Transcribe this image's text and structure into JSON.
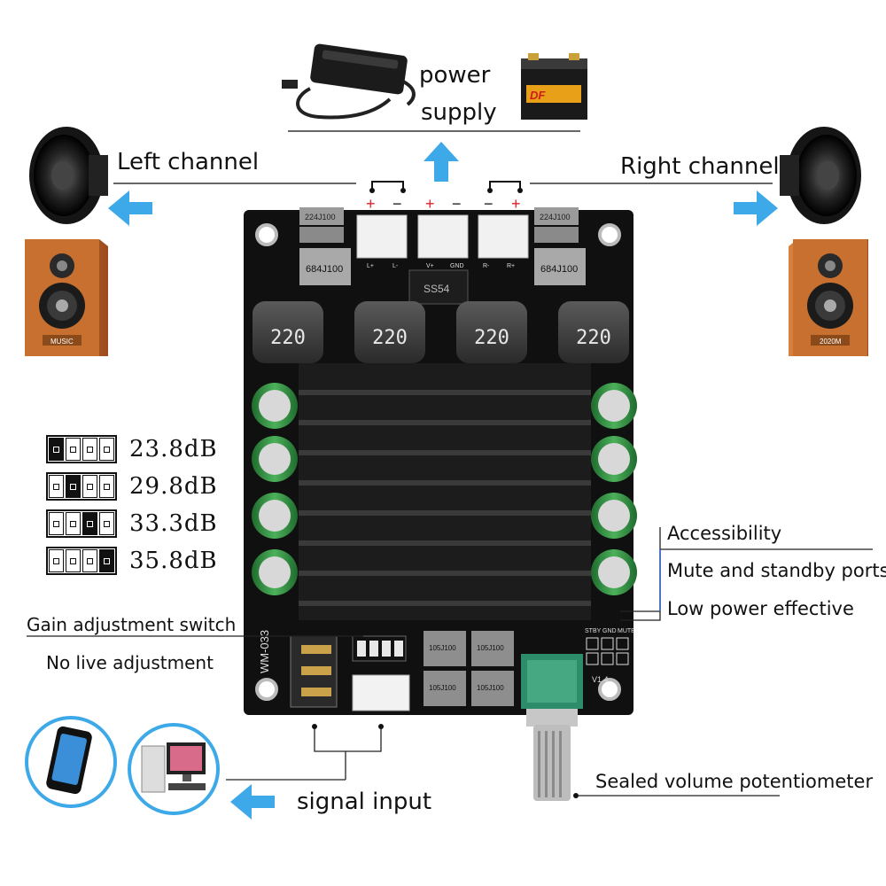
{
  "labels": {
    "power_supply_line1": "power",
    "power_supply_line2": "supply",
    "left_channel": "Left channel",
    "right_channel": "Right channel",
    "accessibility": "Accessibility",
    "mute_standby": "Mute and standby ports",
    "low_power": "Low power effective",
    "gain_switch": "Gain adjustment switch",
    "no_live": "No live adjustment",
    "signal_input": "signal input",
    "volume_pot": "Sealed volume potentiometer"
  },
  "gain_settings": [
    {
      "value": "23.8dB",
      "on_switch": 1
    },
    {
      "value": "29.8dB",
      "on_switch": 2
    },
    {
      "value": "33.3dB",
      "on_switch": 3
    },
    {
      "value": "35.8dB",
      "on_switch": 4
    }
  ],
  "board": {
    "model": "WM-033",
    "inductor_label": "220",
    "cap_left": "684J100",
    "cap_right": "684J100",
    "resistor_label": "224J100",
    "diode_label": "SS54",
    "terminal_labels": [
      "L+",
      "L-",
      "V+",
      "GND",
      "R-",
      "R+"
    ],
    "ctrl_labels": [
      "STBY",
      "GND",
      "MUTE"
    ],
    "film_cap_label": "105J100",
    "version": "V1.4"
  },
  "device_labels": {
    "left_speaker_brand": "MUSIC",
    "right_speaker_brand": "2020M",
    "battery_brand": "DF"
  },
  "colors": {
    "arrow": "#3da9e9",
    "board": "#101010",
    "heatsink": "#1c1c1c",
    "capacitor": "#2f8a3f",
    "speaker_wood": "#b8612a",
    "polarity_red": "#e0202a"
  }
}
